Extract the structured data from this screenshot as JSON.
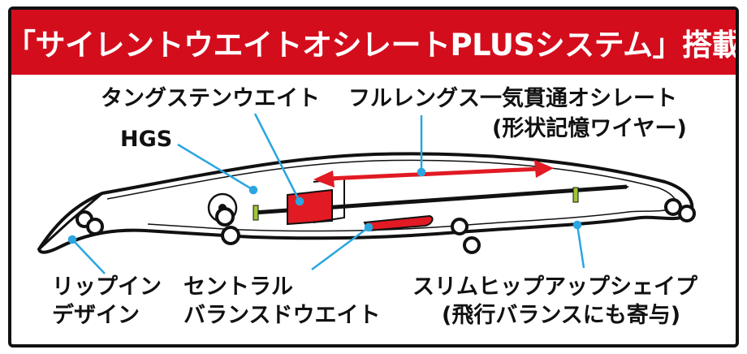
{
  "banner": {
    "title": "「サイレントウエイトオシレートPLUSシステム」搭載"
  },
  "labels": {
    "tungsten": "タングステンウエイト",
    "full_length_1": "フルレングス一気貫通オシレート",
    "full_length_2": "(形状記憶ワイヤー)",
    "hgs": "HGS",
    "lip_1": "リップイン",
    "lip_2": "デザイン",
    "central_1": "セントラル",
    "central_2": "バランスドウエイト",
    "slim_1": "スリムヒップアップシェイプ",
    "slim_2": "(飛行バランスにも寄与)"
  },
  "colors": {
    "banner": "#d40d1d",
    "weight_red": "#e11a23",
    "arrow_red": "#e11a23",
    "leader_blue": "#2aa6e0",
    "marker_green": "#9ec736",
    "outline": "#111111"
  }
}
